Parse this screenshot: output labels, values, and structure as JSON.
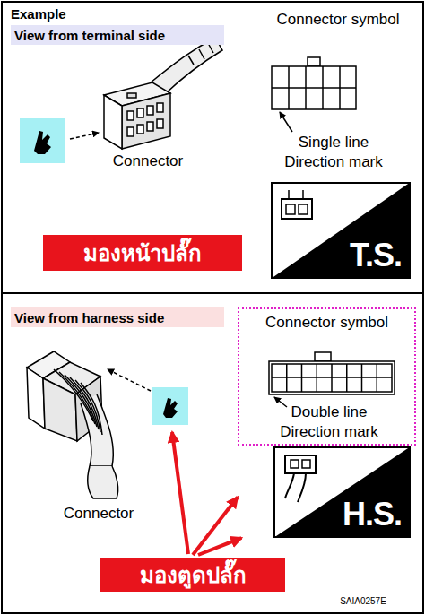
{
  "diagram": {
    "title": "Example",
    "nodes": [
      {
        "text": [
          "View from terminal side"
        ]
      },
      {
        "text": [
          "T.S."
        ]
      },
      {
        "text": [
          "มองหน้าปลั๊ก"
        ]
      },
      {
        "text": [
          "View from harness side"
        ]
      },
      {
        "text": [
          "Connector symbol",
          "Double line Direction mark"
        ]
      },
      {
        "text": [
          "H.S."
        ]
      },
      {
        "text": [
          "มองตูดปลั๊ก"
        ]
      }
    ],
    "edges": [
      {
        "from": 6,
        "to": 4,
        "arrow": "to"
      },
      {
        "from": 6,
        "to": 5,
        "arrow": "to"
      }
    ],
    "labels": [
      "Connector symbol",
      "Single line Direction mark",
      "Connector",
      "Connector",
      "SAIA0257E"
    ]
  }
}
